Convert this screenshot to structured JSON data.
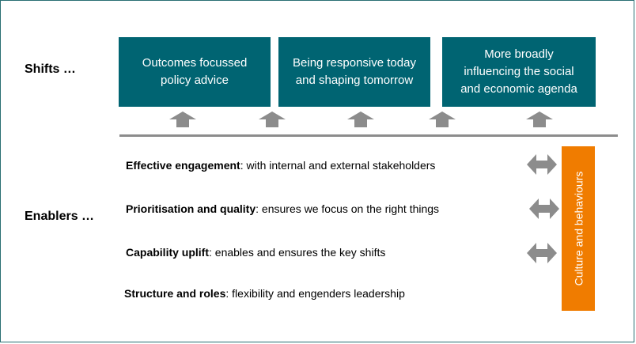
{
  "labels": {
    "shifts": "Shifts …",
    "enablers": "Enablers …"
  },
  "shifts": [
    {
      "line1": "Outcomes focussed",
      "line2": "policy advice",
      "line3": ""
    },
    {
      "line1": "Being responsive today",
      "line2": "and shaping tomorrow",
      "line3": ""
    },
    {
      "line1": "More broadly",
      "line2": "influencing the social",
      "line3": "and economic agenda"
    }
  ],
  "enablers": [
    {
      "bold": "Effective engagement",
      "rest": ": with internal and external stakeholders"
    },
    {
      "bold": "Prioritisation and quality",
      "rest": ": ensures we focus on the right things"
    },
    {
      "bold": "Capability uplift",
      "rest": ": enables and ensures the key shifts"
    },
    {
      "bold": "Structure and roles",
      "rest": ": flexibility and engenders leadership"
    }
  ],
  "culture": "Culture and behaviours",
  "colors": {
    "teal": "#006472",
    "orange": "#f07c00",
    "arrow": "#8c8c8c"
  },
  "icons": {
    "up": "up-arrow-icon",
    "double": "double-arrow-icon"
  }
}
